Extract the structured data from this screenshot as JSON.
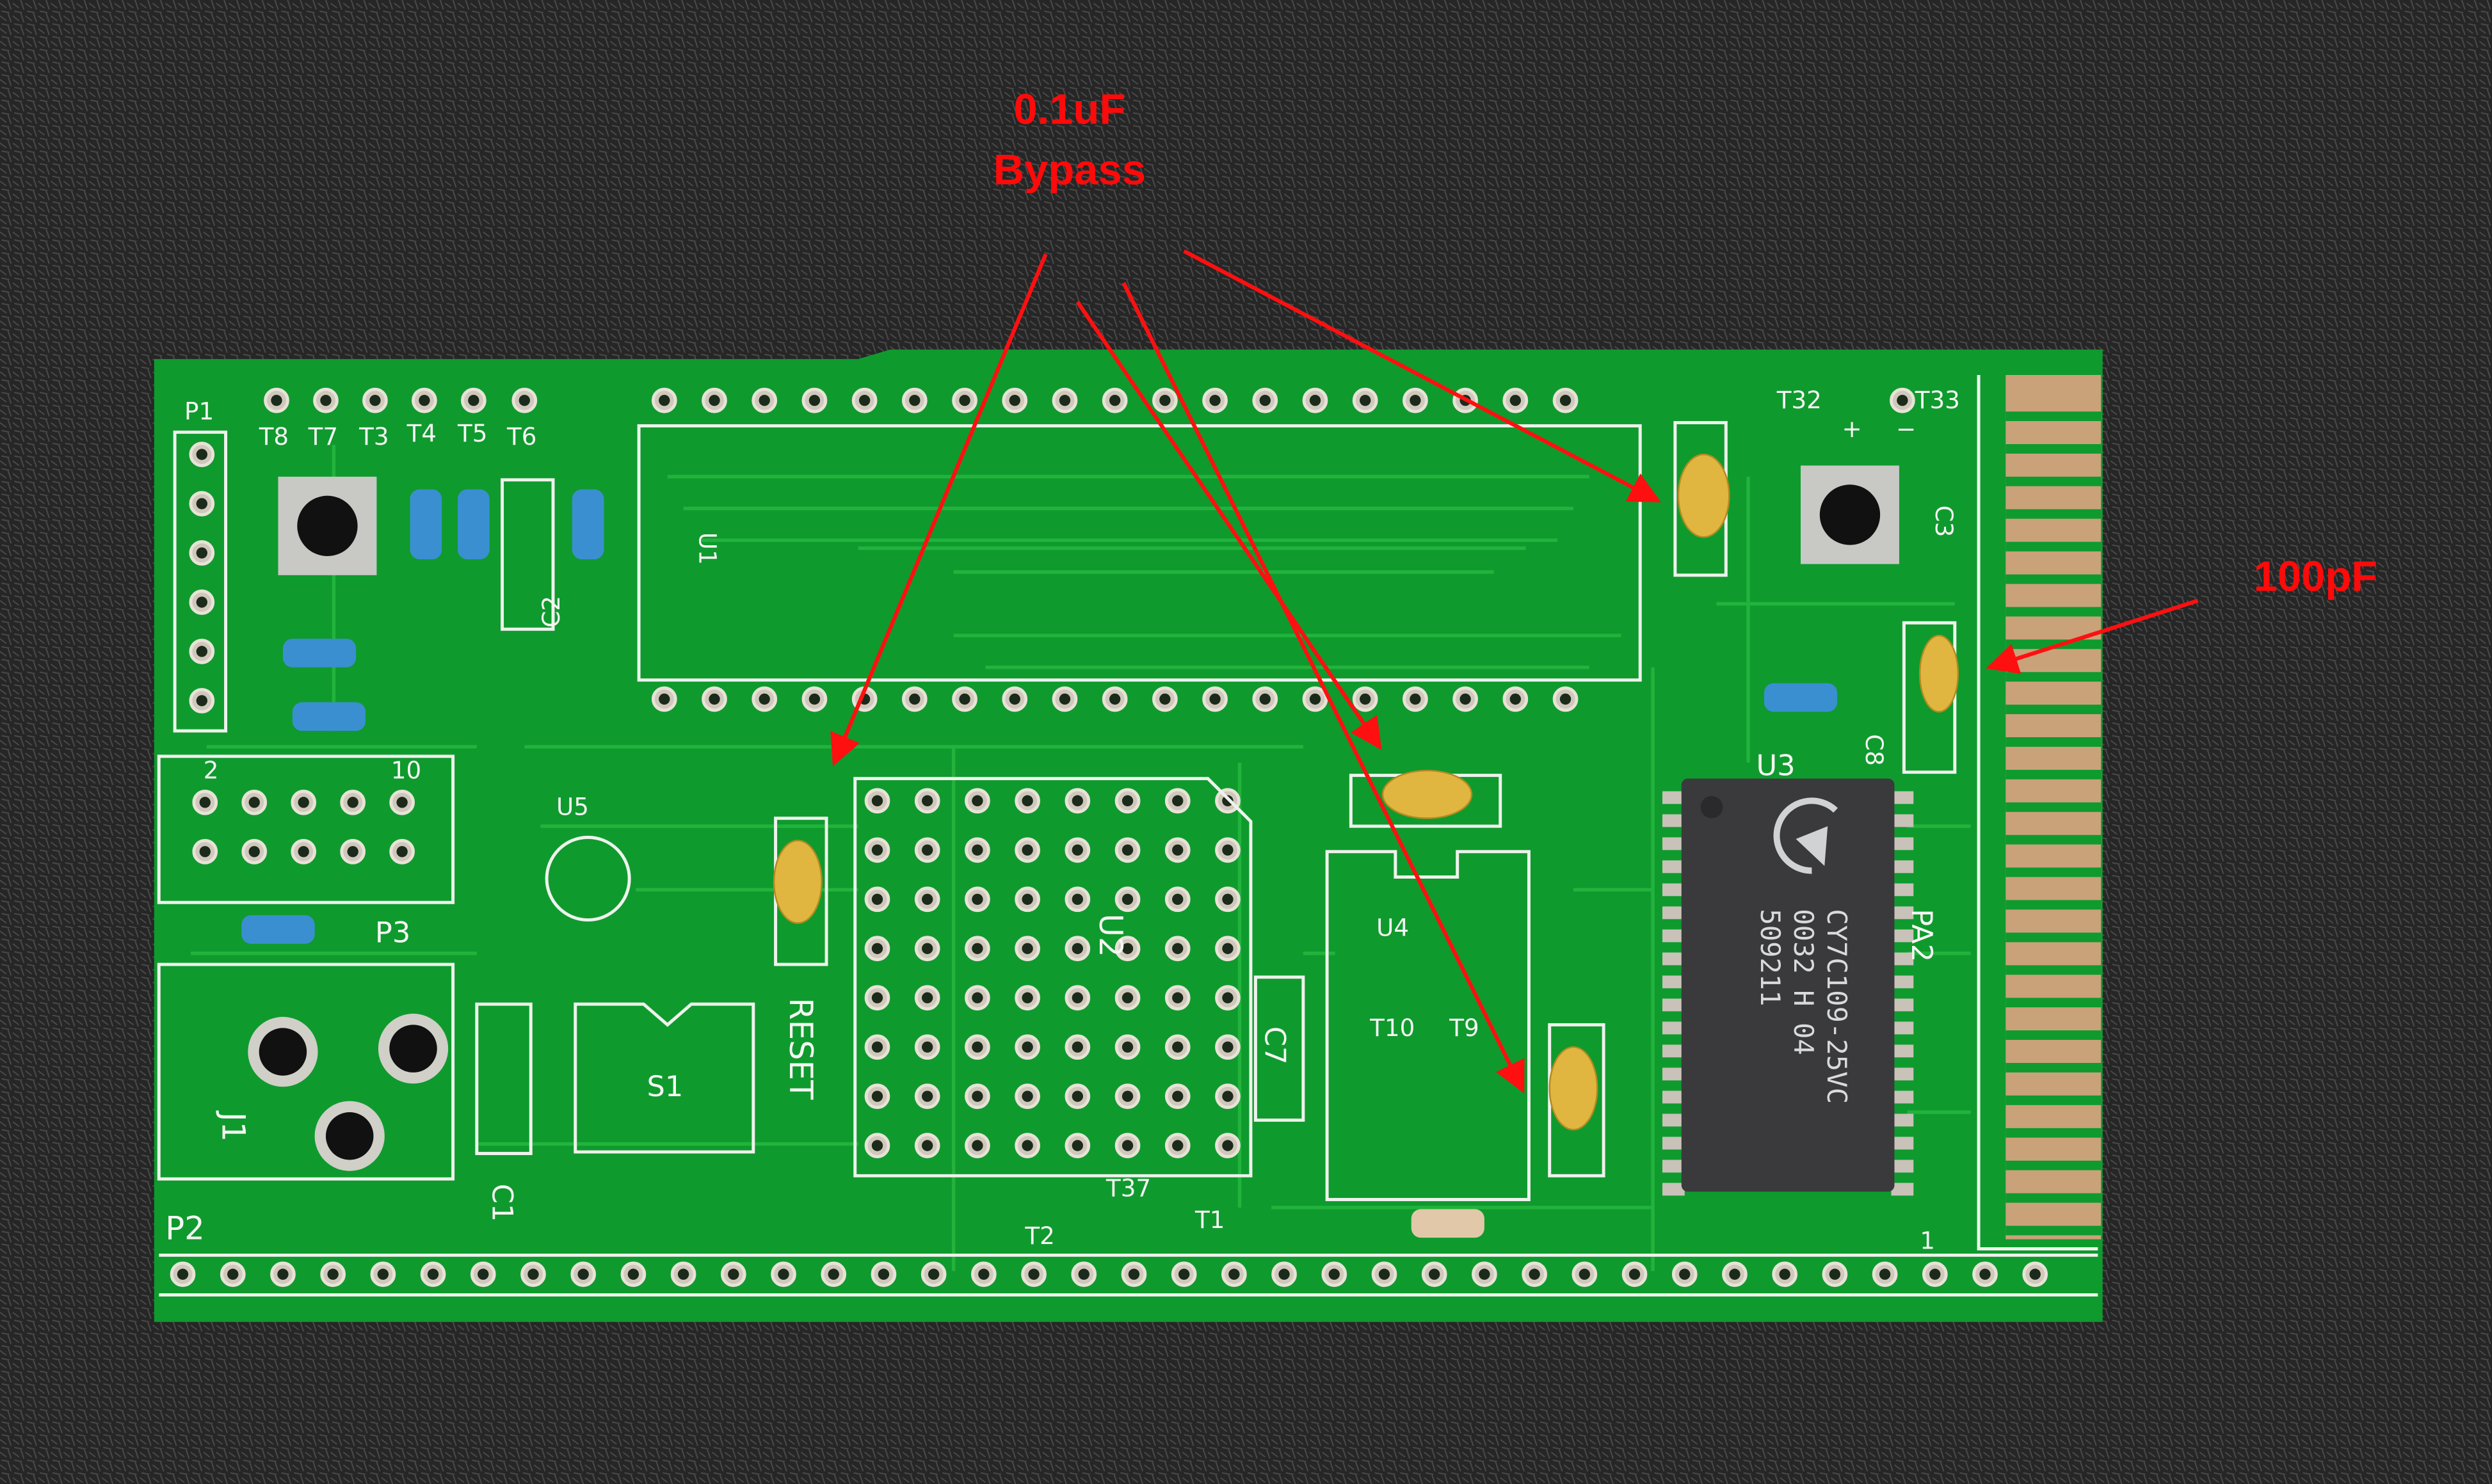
{
  "annotations": {
    "bypass_value": "0.1uF",
    "bypass_label": "Bypass",
    "pf_label": "100pF",
    "arrow_color": "#ff1010"
  },
  "chip": {
    "line1": "CY7C109-25VC",
    "line2": "0032 H 04",
    "line3": "509211",
    "logo": "Cypress"
  },
  "silkscreen": {
    "p1": "P1",
    "t8": "T8",
    "t7": "T7",
    "t3": "T3",
    "t4": "T4",
    "t5": "T5",
    "t6": "T6",
    "c2": "C2",
    "u1": "U1",
    "t32": "T32",
    "t33": "T33",
    "plus": "+",
    "minus": "−",
    "c3": "C3",
    "c8": "C8",
    "u3": "U3",
    "pa2": "PA2",
    "u5": "U5",
    "n2": "2",
    "n10": "10",
    "p3": "P3",
    "u2": "U2",
    "reset": "RESET",
    "s1": "S1",
    "c7": "C7",
    "u4": "U4",
    "t10": "T10",
    "t9": "T9",
    "j1": "J1",
    "c1": "C1",
    "p2": "P2",
    "t37": "T37",
    "t2": "T2",
    "t1": "T1",
    "n1": "1"
  },
  "colors": {
    "background": "#2a2a2a",
    "board": "#0f9a2e",
    "silkscreen": "#f4f6f2",
    "capacitor": "#e0b640",
    "chip": "#3a3a3c"
  }
}
